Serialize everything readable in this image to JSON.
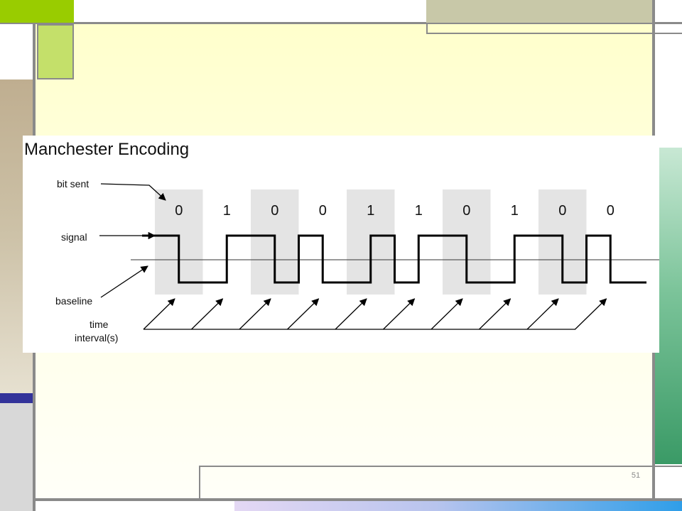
{
  "diagram": {
    "title": "Manchester Encoding",
    "labels": {
      "bit_sent": "bit sent",
      "signal": "signal",
      "baseline": "baseline",
      "time_line1": "time",
      "time_line2": "interval(s)"
    },
    "bits": [
      "0",
      "1",
      "0",
      "0",
      "1",
      "1",
      "0",
      "1",
      "0",
      "0"
    ],
    "shaded_intervals": [
      0,
      2,
      4,
      6,
      8
    ]
  },
  "slide": {
    "page_number": "51"
  }
}
